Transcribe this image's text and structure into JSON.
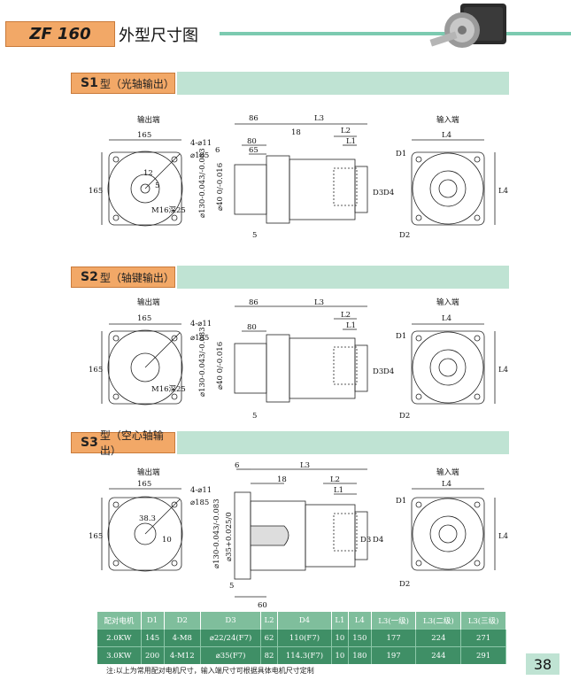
{
  "header": {
    "badge": "ZF 160",
    "title": "外型尺寸图"
  },
  "sections": [
    {
      "code": "S1",
      "name": "型（光轴输出）",
      "output_label": "输出端",
      "input_label": "输入端",
      "dims": {
        "d165": "165",
        "d4_11": "4-⌀11",
        "d185": "⌀185",
        "d12": "12",
        "d5": "5",
        "m16": "M16深25",
        "d86": "86",
        "d80": "80",
        "d65": "65",
        "d6": "6",
        "d18": "18",
        "dL3": "L3",
        "dL2": "L2",
        "dL1": "L1",
        "dL4": "L4",
        "dD1": "D1",
        "dD2": "D2",
        "dD3": "D3",
        "dD4": "D4",
        "d5b": "5",
        "phi130": "⌀130-0.043/-0.083",
        "phi40": "⌀40 0/-0.016"
      }
    },
    {
      "code": "S2",
      "name": "型（轴键输出）",
      "output_label": "输出端",
      "input_label": "输入端",
      "dims": {
        "d165": "165",
        "d4_11": "4-⌀11",
        "d185": "⌀185",
        "m16": "M16深25",
        "d86": "86",
        "d80": "80",
        "dL3": "L3",
        "dL2": "L2",
        "dL1": "L1",
        "dL4": "L4",
        "dD1": "D1",
        "dD2": "D2",
        "dD3": "D3",
        "dD4": "D4",
        "d5b": "5",
        "phi130": "⌀130-0.043/-0.083",
        "phi40": "⌀40 0/-0.016"
      }
    },
    {
      "code": "S3",
      "name": "型（空心轴输出）",
      "output_label": "输出端",
      "input_label": "输入端",
      "dims": {
        "d165": "165",
        "d4_11": "4-⌀11",
        "d185": "⌀185",
        "d38": "38.3",
        "d10": "10",
        "d6": "6",
        "d18": "18",
        "dL3": "L3",
        "dL2": "L2",
        "dL1": "L1",
        "d60": "60",
        "d5": "5",
        "dL4": "L4",
        "dD1": "D1",
        "dD2": "D2",
        "dD3": "D3",
        "dD4": "D4",
        "phi130": "⌀130-0.043/-0.083",
        "phi35": "⌀35+0.025/0"
      }
    }
  ],
  "table": {
    "headers": [
      "配对电机",
      "D1",
      "D2",
      "D3",
      "L2",
      "D4",
      "L1",
      "L4",
      "L3(一级)",
      "L3(二级)",
      "L3(三级)"
    ],
    "rows": [
      [
        "2.0KW",
        "145",
        "4-M8",
        "⌀22/24(F7)",
        "62",
        "110(F7)",
        "10",
        "150",
        "177",
        "224",
        "271"
      ],
      [
        "3.0KW",
        "200",
        "4-M12",
        "⌀35(F7)",
        "82",
        "114.3(F7)",
        "10",
        "180",
        "197",
        "244",
        "291"
      ]
    ]
  },
  "note": "注:以上为常用配对电机尺寸，输入端尺寸可根据具体电机尺寸定制",
  "page_number": "38",
  "colors": {
    "accent_orange": "#f2a867",
    "accent_green": "#7ccab0",
    "table_dark": "#3f8f66",
    "table_header": "#7fbe9c"
  }
}
